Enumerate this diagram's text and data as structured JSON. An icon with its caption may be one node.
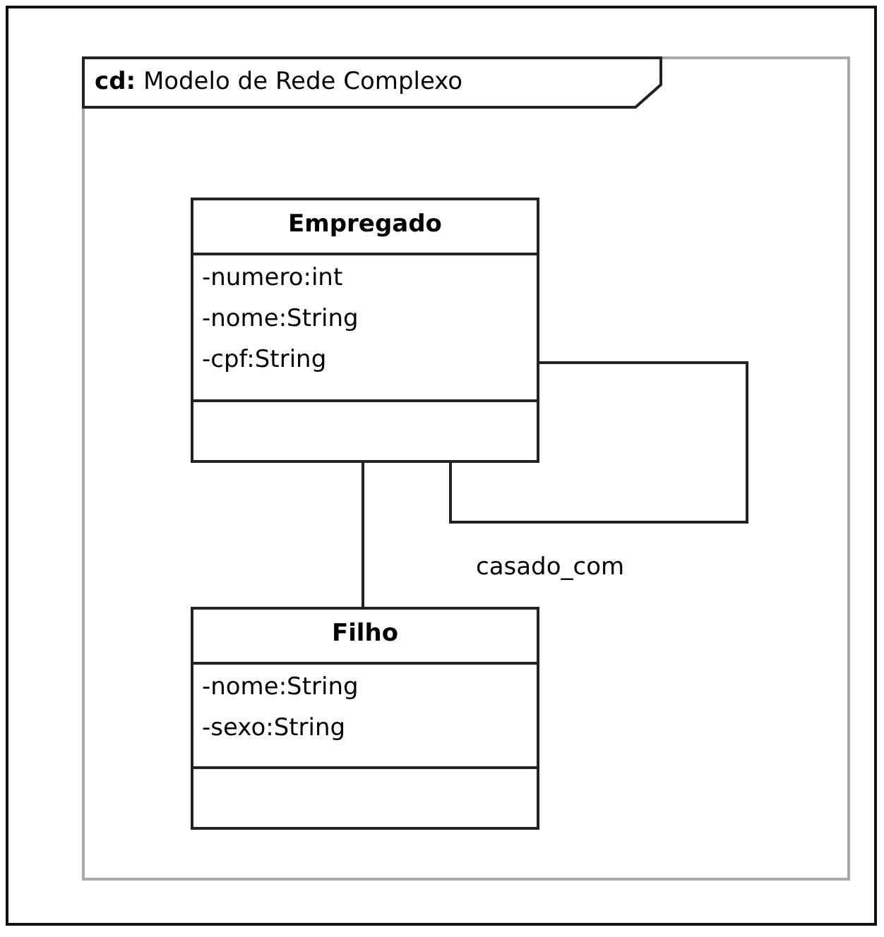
{
  "diagram": {
    "nodes": [
      {
        "text": [
          "**cd:** Modelo de Rede Complexo"
        ]
      },
      {
        "text": [
          "Empregado",
          "-numero:int",
          "-nome:String",
          "-cpf:String"
        ],
        "in": 0
      },
      {
        "text": [
          "Filho",
          "-nome:String",
          "-sexo:String"
        ],
        "in": 0
      }
    ],
    "edges": [
      {
        "from": 1,
        "to": 2,
        "arrow": "none"
      },
      {
        "from": 1,
        "to": 1,
        "arrow": "none",
        "label": "casado_com"
      }
    ]
  }
}
